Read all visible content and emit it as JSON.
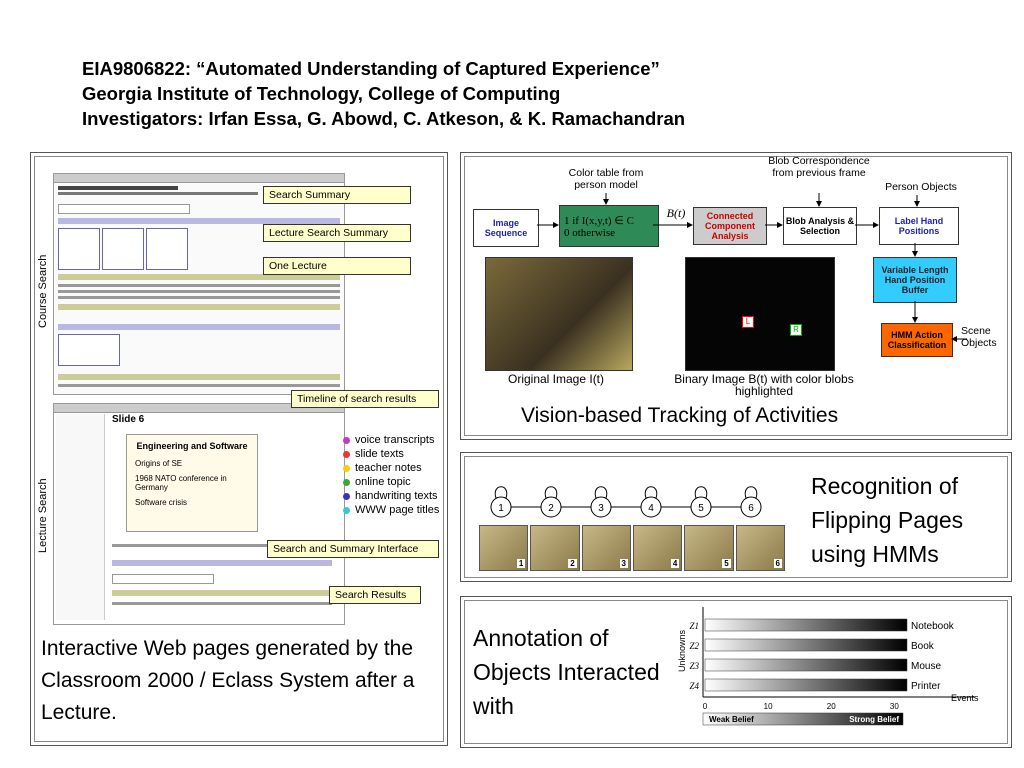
{
  "header": {
    "line1": "EIA9806822: “Automated Understanding of Captured Experience”",
    "line2": "Georgia Institute of Technology, College of Computing",
    "line3": "Investigators: Irfan Essa, G. Abowd, C. Atkeson, & K. Ramachandran"
  },
  "left_panel": {
    "callouts": [
      "Search Summary",
      "Lecture Search Summary",
      "One Lecture",
      "Timeline of search results",
      "Search and Summary Interface",
      "Search Results"
    ],
    "course_search_label": "Course Search",
    "lecture_search_label": "Lecture Search",
    "slide_title": "Slide 6",
    "slide_heading": "Engineering and Software",
    "slide_line1": "Origins of SE",
    "slide_line2": "1968 NATO conference in Germany",
    "slide_line3": "Software crisis",
    "legend": [
      {
        "label": "voice transcripts",
        "color": "#cc33cc"
      },
      {
        "label": "slide texts",
        "color": "#ee3333"
      },
      {
        "label": "teacher notes",
        "color": "#ffcc00"
      },
      {
        "label": "online topic",
        "color": "#33aa33"
      },
      {
        "label": "handwriting texts",
        "color": "#3333cc"
      },
      {
        "label": "WWW page titles",
        "color": "#33cccc"
      }
    ],
    "caption": "Interactive Web pages generated by the Classroom 2000 / Eclass System after a Lecture."
  },
  "vision_panel": {
    "label_color_table": "Color table from person model",
    "label_blob_corr": "Blob Correspondence from previous frame",
    "label_person_objects": "Person Objects",
    "box_image_sequence": "Image Sequence",
    "box_condition_1": "1  if I(x,y,t) ∈ C",
    "box_condition_0": "0  otherwise",
    "box_bt": "B(t)",
    "box_connected": "Connected Component Analysis",
    "box_blob_analysis": "Blob Analysis & Selection",
    "box_label_hand": "Label Hand Positions",
    "box_variable": "Variable Length Hand Position Buffer",
    "box_hmm": "HMM Action Classification",
    "label_scene_objects": "Scene Objects",
    "caption_original": "Original Image I(t)",
    "caption_binary": "Binary Image B(t) with color blobs highlighted",
    "title": "Vision-based Tracking of Activities",
    "blob_L": "L",
    "blob_R": "R"
  },
  "hmm_panel": {
    "states": [
      "1",
      "2",
      "3",
      "4",
      "5",
      "6"
    ],
    "frame_numbers": [
      "1",
      "2",
      "3",
      "4",
      "5",
      "6"
    ],
    "title": "Recognition of Flipping Pages using HMMs"
  },
  "annotation_panel": {
    "title": "Annotation of Objects Interacted with",
    "y_label": "Unknowns",
    "rows": [
      {
        "z": "Z1",
        "name": "Notebook"
      },
      {
        "z": "Z2",
        "name": "Book"
      },
      {
        "z": "Z3",
        "name": "Mouse"
      },
      {
        "z": "Z4",
        "name": "Printer"
      }
    ],
    "x_ticks": [
      "0",
      "10",
      "20",
      "30"
    ],
    "x_label": "Events",
    "weak": "Weak Belief",
    "strong": "Strong Belief"
  }
}
